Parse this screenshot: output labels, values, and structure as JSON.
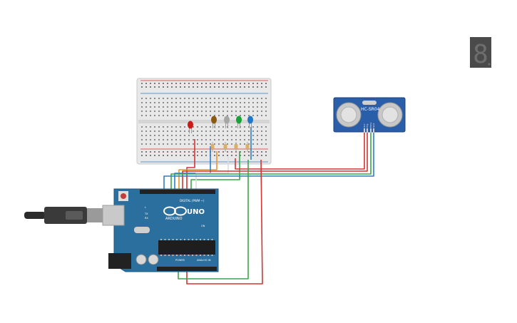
{
  "arduino": {
    "brand": "UNO",
    "maker": "ARDUINO",
    "digital_label": "DIGITAL (PWM ~)",
    "power_label": "POWER",
    "analog_label": "ANALOG IN",
    "tx_label": "TX",
    "rx_label": "RX",
    "l_label": "L",
    "on_label": "ON"
  },
  "sensor": {
    "model": "HC-SR04",
    "pins": [
      "Vcc",
      "Trig",
      "Echo",
      "Gnd"
    ]
  },
  "display": {
    "digit": "8"
  },
  "leds": [
    {
      "color": "#cc1a1a"
    },
    {
      "color": "#8a5a12"
    },
    {
      "color": "#a6a6a6"
    },
    {
      "color": "#18a336"
    },
    {
      "color": "#1f78c8"
    }
  ],
  "colors": {
    "board": "#2a6f9e",
    "breadboard": "#e6e6e6",
    "sensor": "#2b5ea8",
    "wire_red": "#d43434",
    "wire_green": "#3aa64a",
    "wire_blue": "#2d7ec8",
    "wire_orange": "#e8962a",
    "wire_white": "#dcdcdc"
  }
}
